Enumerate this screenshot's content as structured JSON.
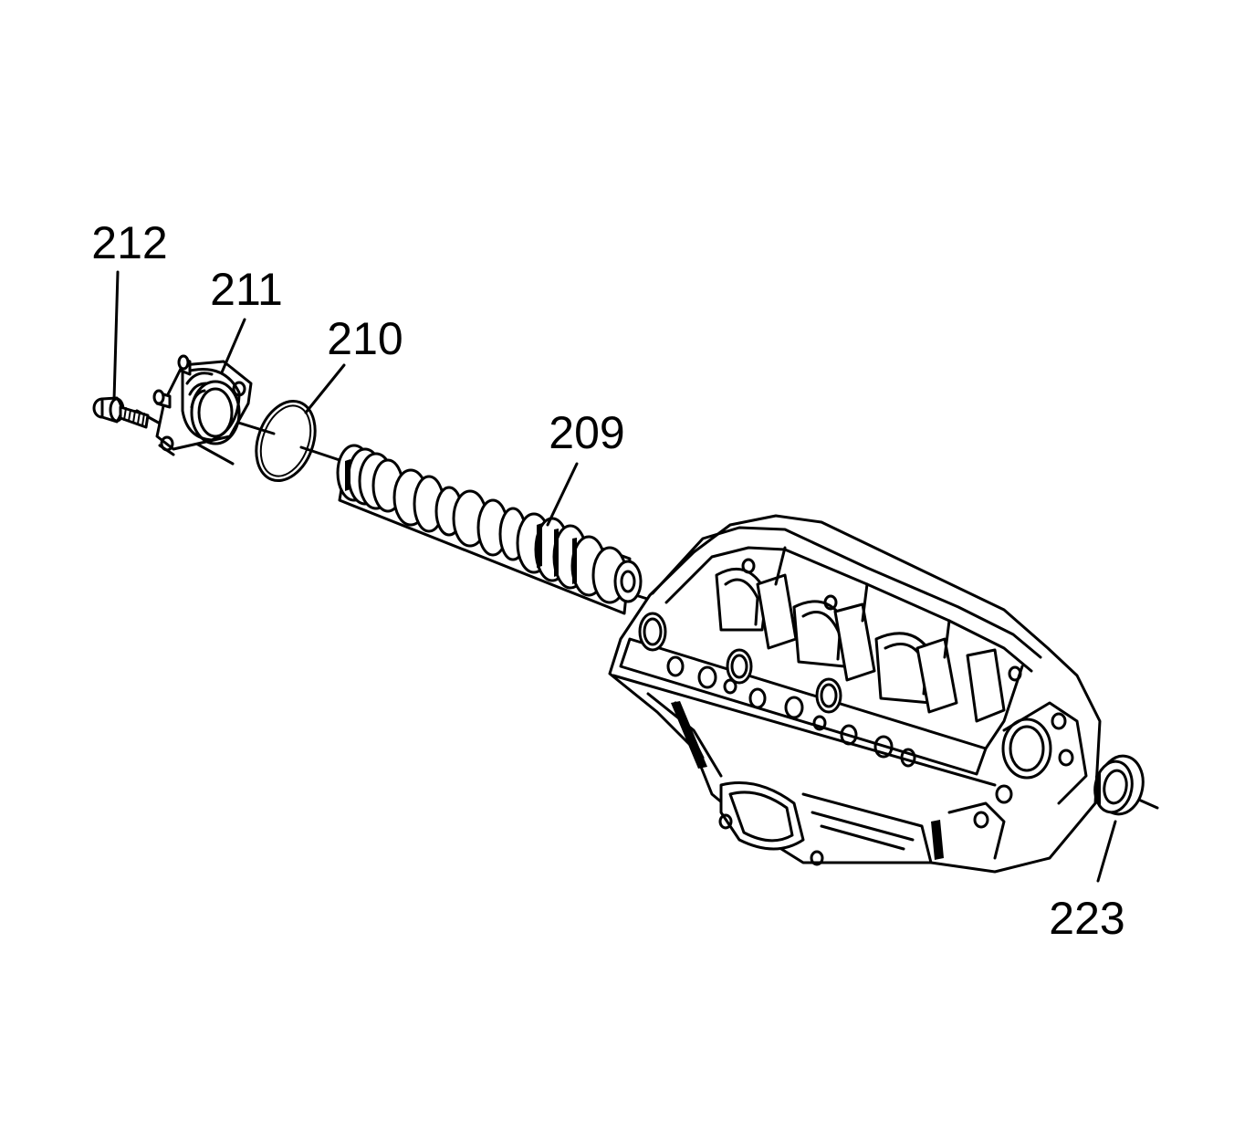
{
  "callouts": [
    {
      "id": "212",
      "label": "212",
      "part": "camshaft-sprocket-bolt"
    },
    {
      "id": "211",
      "label": "211",
      "part": "camshaft-thrust-plate"
    },
    {
      "id": "210",
      "label": "210",
      "part": "o-ring-seal"
    },
    {
      "id": "209",
      "label": "209",
      "part": "camshaft"
    },
    {
      "id": "223",
      "label": "223",
      "part": "camshaft-rear-seal"
    }
  ],
  "colors": {
    "ink": "#000000",
    "background": "#ffffff"
  }
}
